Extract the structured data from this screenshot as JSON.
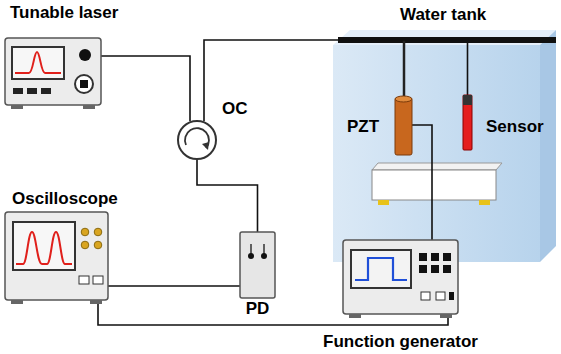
{
  "diagram": {
    "nodes": [
      {
        "text": [
          "Tunable laser"
        ]
      },
      {
        "text": [
          "Water tank"
        ]
      },
      {
        "text": [
          "PZT"
        ],
        "in": 1
      },
      {
        "text": [
          "Sensor"
        ],
        "in": 1
      },
      {
        "text": [
          "OC"
        ]
      },
      {
        "text": [
          "PD"
        ]
      },
      {
        "text": [
          "Oscilloscope"
        ]
      },
      {
        "text": [
          "Function generator"
        ]
      }
    ],
    "edges": [
      {
        "from": 0,
        "to": 4,
        "arrow": "none"
      },
      {
        "from": 4,
        "to": 3,
        "arrow": "none"
      },
      {
        "from": 4,
        "to": 5,
        "arrow": "none"
      },
      {
        "from": 5,
        "to": 6,
        "arrow": "none"
      },
      {
        "from": 6,
        "to": 7,
        "arrow": "none"
      },
      {
        "from": 7,
        "to": 2,
        "arrow": "none"
      }
    ]
  }
}
